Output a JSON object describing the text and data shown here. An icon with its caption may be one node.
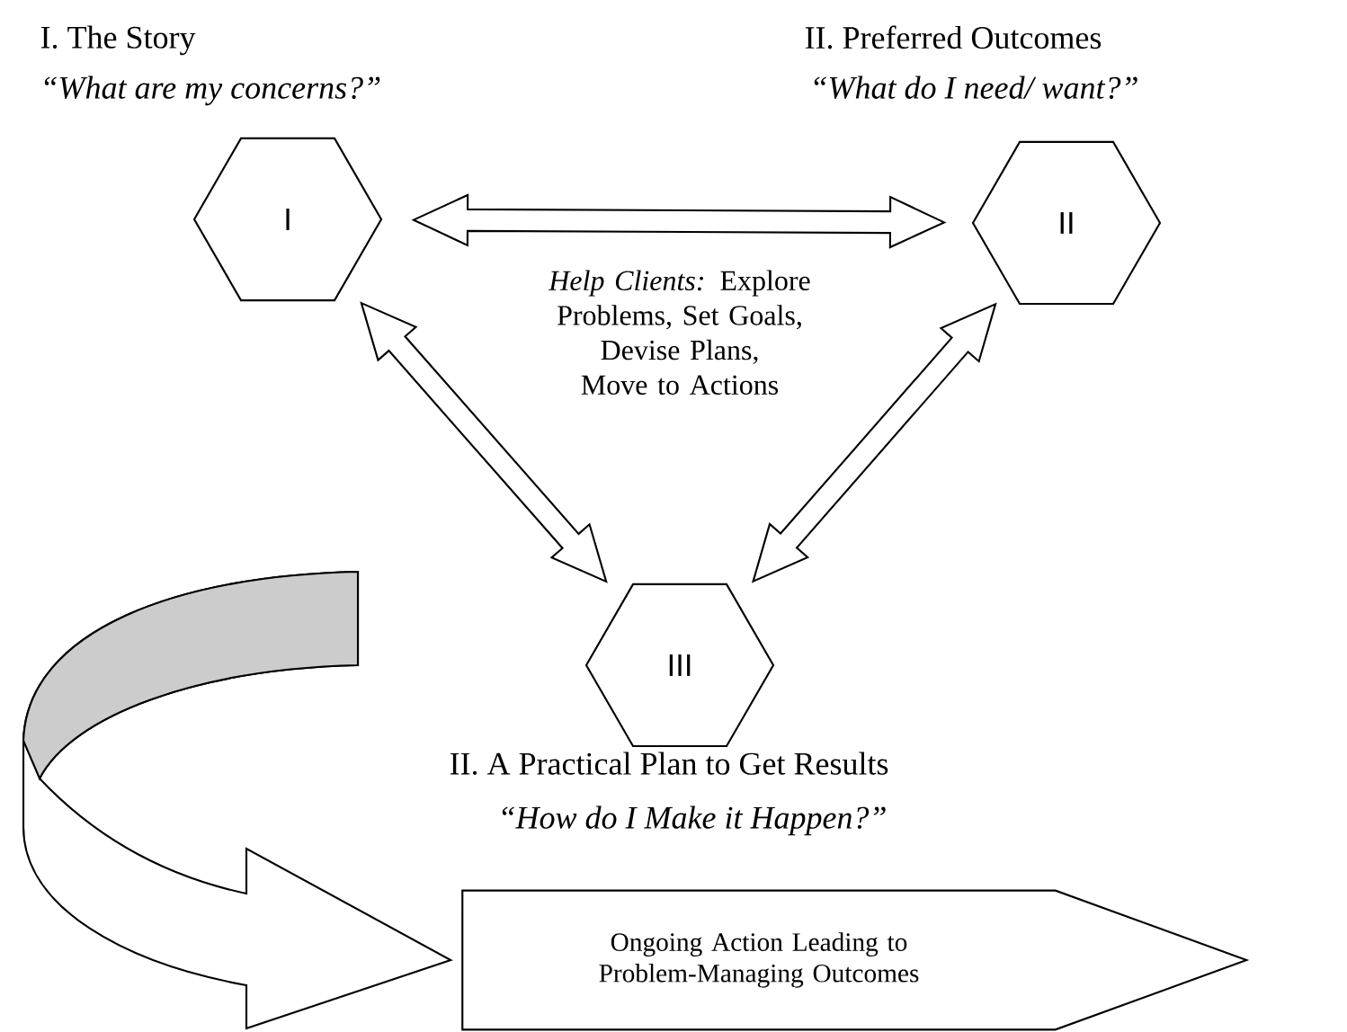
{
  "diagram": {
    "nodes": [
      {
        "text": [
          "I. The Story",
          "“What are my concerns?”",
          "I"
        ]
      },
      {
        "text": [
          "II. Preferred Outcomes",
          "“What do I need/ want?”",
          "II"
        ]
      },
      {
        "text": [
          "III",
          "II. A Practical Plan to Get Results",
          "“How do I Make it Happen?”"
        ]
      },
      {
        "text": [
          "Ongoing Action Leading to Problem-Managing Outcomes"
        ]
      }
    ],
    "edges": [
      {
        "from": 0,
        "to": 1,
        "arrow": "both"
      },
      {
        "from": 0,
        "to": 2,
        "arrow": "both"
      },
      {
        "from": 1,
        "to": 2,
        "arrow": "both"
      },
      {
        "from": null,
        "to": 3,
        "arrow": "to"
      }
    ],
    "labels": [
      "*Help Clients:* Explore Problems, Set Goals, Devise Plans, Move to Actions"
    ]
  }
}
